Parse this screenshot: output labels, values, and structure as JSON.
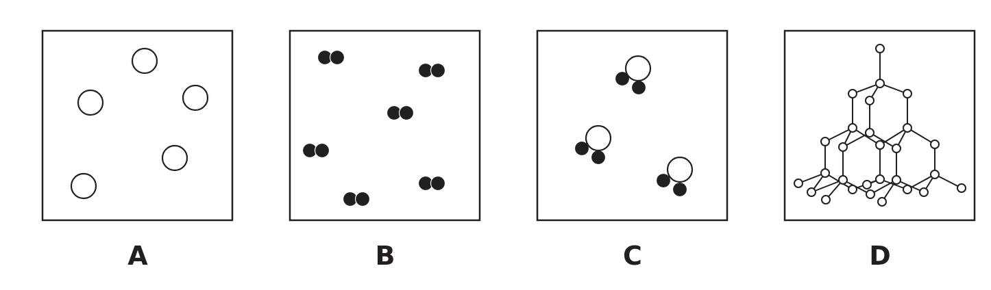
{
  "panels": [
    {
      "label": "A",
      "particle": "single-open-atom",
      "count": 5
    },
    {
      "label": "B",
      "particle": "diatomic-filled-molecule",
      "count": 6
    },
    {
      "label": "C",
      "particle": "triatomic-molecule-one-open-two-filled",
      "count": 3
    },
    {
      "label": "D",
      "particle": "network-solid-lattice",
      "count": 1
    }
  ],
  "colors": {
    "stroke": "#231f20",
    "fill_dark": "#231f20",
    "fill_light": "#ffffff"
  }
}
